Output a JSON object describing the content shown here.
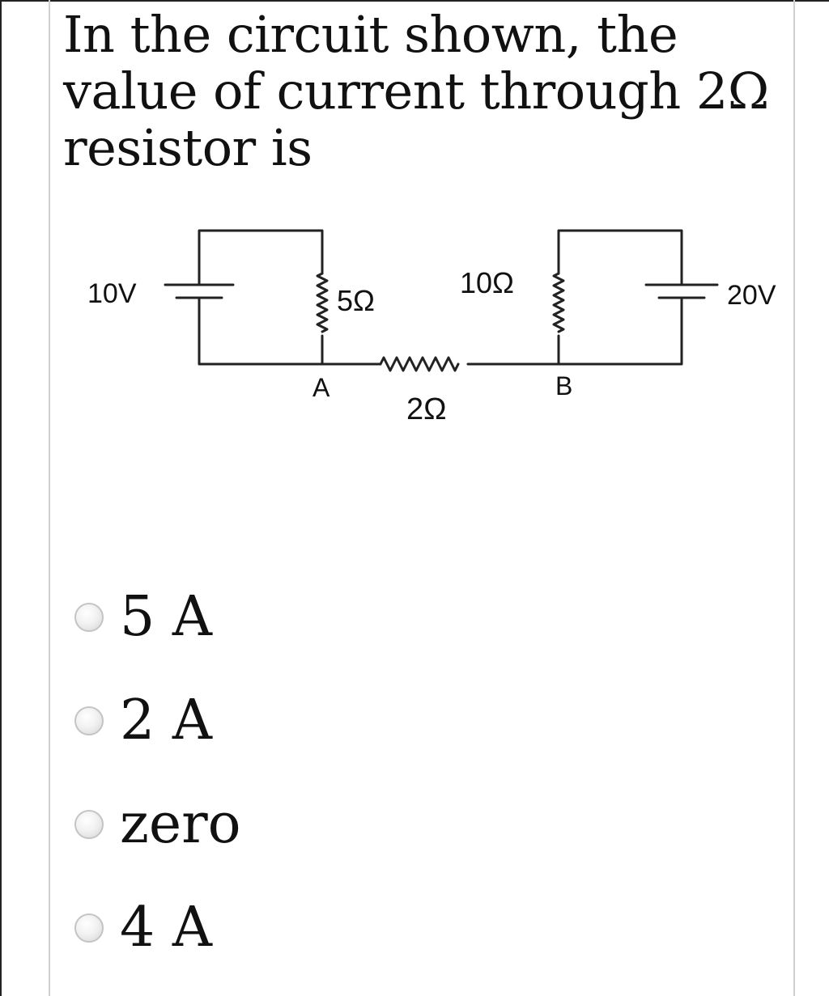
{
  "question": {
    "text": "In the circuit shown, the value of current through 2Ω resistor is"
  },
  "diagram": {
    "battery_left_label": "10V",
    "battery_right_label": "20V",
    "resistor_5_label": "5Ω",
    "resistor_10_label": "10Ω",
    "resistor_2_label": "2Ω",
    "node_a_label": "A",
    "node_b_label": "B"
  },
  "options": [
    {
      "label": "5 A"
    },
    {
      "label": "2 A"
    },
    {
      "label": "zero"
    },
    {
      "label": "4 A"
    }
  ]
}
